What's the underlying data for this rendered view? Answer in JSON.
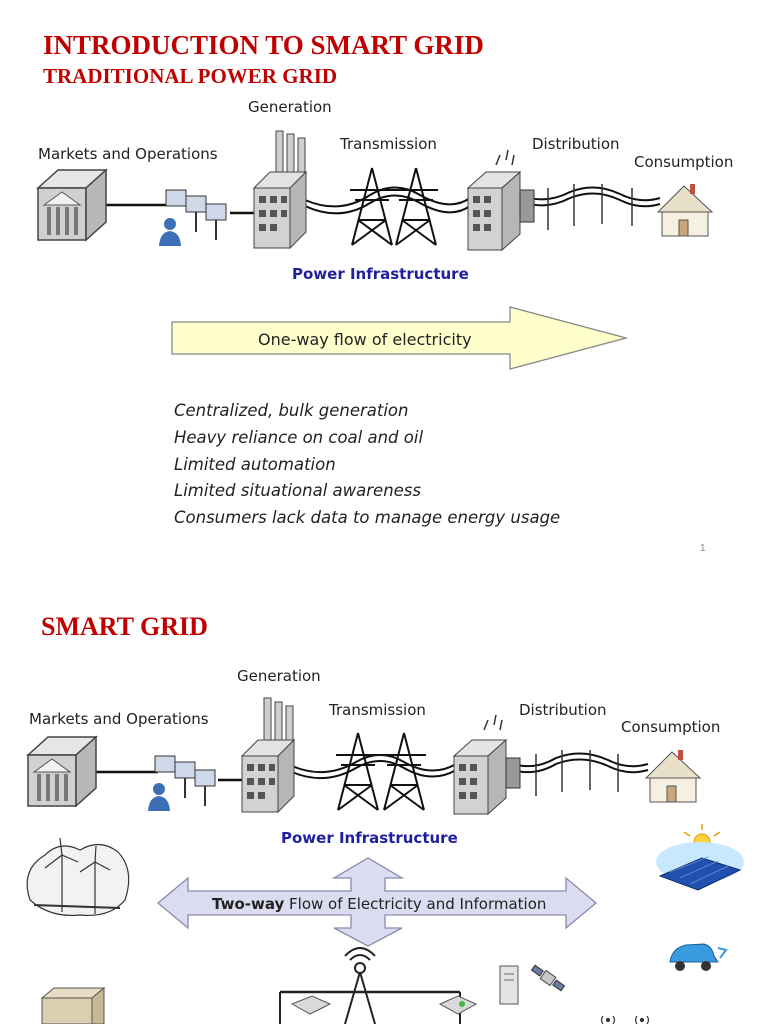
{
  "slide1": {
    "title": "INTRODUCTION TO SMART GRID",
    "subtitle": "TRADITIONAL POWER GRID",
    "labels": {
      "generation": "Generation",
      "transmission": "Transmission",
      "distribution": "Distribution",
      "consumption": "Consumption",
      "markets": "Markets and Operations",
      "infrastructure": "Power Infrastructure"
    },
    "arrow_text": "One-way flow of electricity",
    "bullets": [
      "Centralized, bulk generation",
      "Heavy reliance on coal and oil",
      "Limited automation",
      "Limited situational awareness",
      "Consumers lack data to manage energy usage"
    ],
    "page_number": "1"
  },
  "slide2": {
    "title": "SMART GRID",
    "labels": {
      "generation": "Generation",
      "transmission": "Transmission",
      "distribution": "Distribution",
      "consumption": "Consumption",
      "markets": "Markets and Operations",
      "infrastructure": "Power Infrastructure"
    },
    "arrow_bold": "Two-way",
    "arrow_rest": " Flow of Electricity and Information"
  },
  "colors": {
    "title_red": "#c00000",
    "infrastructure_blue": "#1f1fa0",
    "arrow_yellow": "#ffffcc",
    "arrow_lavender": "#dcdcf0"
  }
}
